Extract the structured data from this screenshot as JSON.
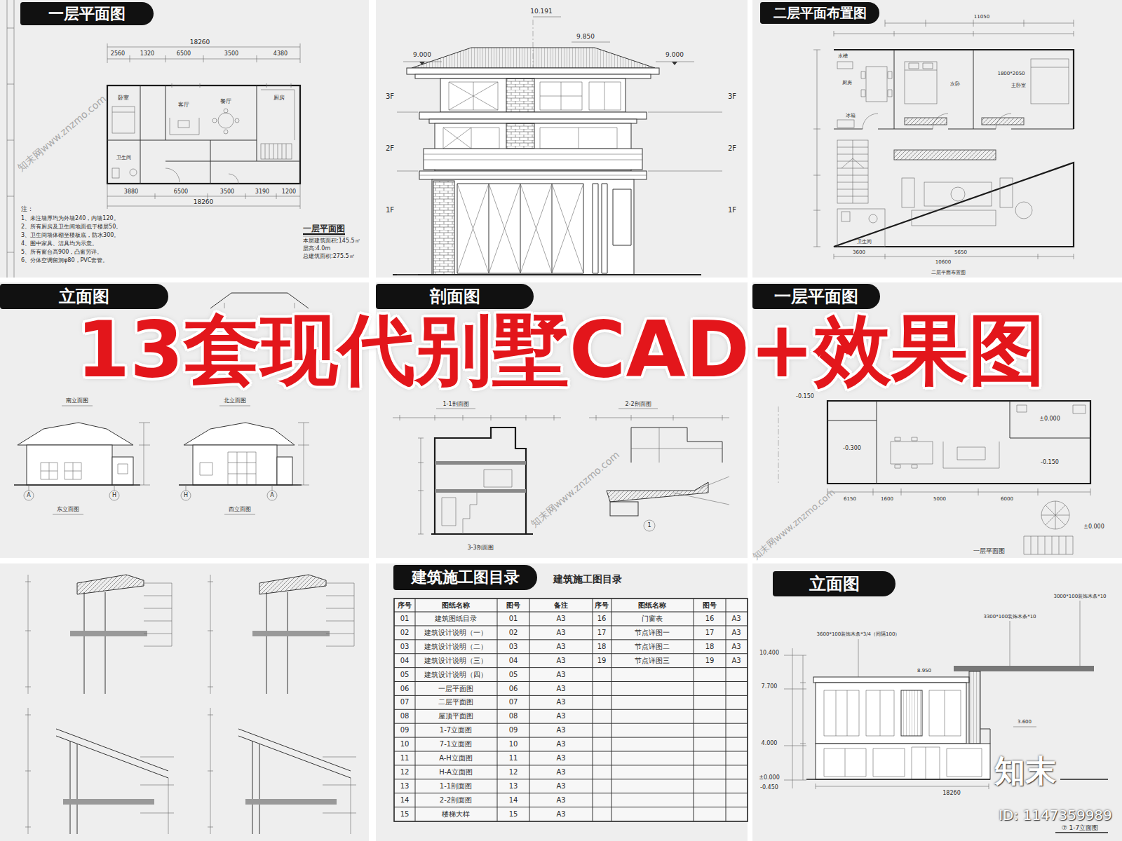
{
  "diagram": {
    "title": "13套现代别墅CAD+效果图",
    "nodes": [
      {
        "text": [
          "一层平面图"
        ]
      },
      {
        "text": [
          "二层平面布置图"
        ]
      },
      {
        "text": [
          "立面图"
        ]
      },
      {
        "text": [
          "剖面图"
        ]
      },
      {
        "text": [
          "一层平面图"
        ]
      },
      {
        "text": [
          "建筑施工图目录"
        ]
      },
      {
        "text": [
          "立面图"
        ]
      }
    ],
    "labels": [
      "18260",
      "2560",
      "1320",
      "6500",
      "3500",
      "4380",
      "卧室",
      "客厅",
      "餐厅",
      "厨房",
      "卫生间",
      "3880",
      "6500",
      "3500",
      "3190",
      "1200",
      "18260",
      "注：",
      "1、未注墙厚均为外墙240，内墙120。",
      "2、所有厨房及卫生间地面低于楼层50。",
      "3、卫生间墙体砌至楼板底，防水300。",
      "4、图中家具、洁具均为示意。",
      "5、所有窗台高900，凸窗另详。",
      "6、分体空调留洞φ80，PVC套管。",
      "一层平面图",
      "本层建筑面积:145.5㎡",
      "层高:4.0m",
      "总建筑面积:275.5㎡",
      "10.191",
      "9.850",
      "9.000",
      "9.000",
      "3F",
      "2F",
      "1F",
      "3F",
      "2F",
      "1F",
      "11050",
      "水槽",
      "厨房",
      "冰箱",
      "次卧",
      "1800*2050",
      "主卧室",
      "卫生间",
      "3600",
      "5650",
      "10600",
      "二层平面布置图",
      "南立面图",
      "北立面图",
      "A",
      "H",
      "H",
      "A",
      "东立面图",
      "西立面图",
      "1-1剖面图",
      "2-2剖面图",
      "3-3剖面图",
      "1",
      "-0.150",
      "-0.300",
      "±0.000",
      "-0.150",
      "6150",
      "1600",
      "5000",
      "6000",
      "±0.000",
      "一层平面图",
      "10.400",
      "7.700",
      "4.000",
      "±0.000",
      "-0.450",
      "8.950",
      "3.600",
      "3600*100装饰木条*3/4（间隔100）",
      "3000*100装饰木条*10",
      "3300*100装饰木条*10",
      "18260",
      "⑦ 1-7立面图",
      "知末",
      "ID: 1147359989",
      "知末网www.znzmo.com",
      "知末网www.znzmo.com",
      "知末网www.znzmo.com",
      "建筑施工图目录",
      "序号",
      "图纸名称",
      "图号",
      "备注",
      "序号",
      "图纸名称",
      "图号",
      "01",
      "建筑图纸目录",
      "01",
      "A3",
      "02",
      "建筑设计说明（一）",
      "02",
      "A3",
      "03",
      "建筑设计说明（二）",
      "03",
      "A3",
      "04",
      "建筑设计说明（三）",
      "04",
      "A3",
      "05",
      "建筑设计说明（四）",
      "05",
      "A3",
      "06",
      "一层平面图",
      "06",
      "A3",
      "07",
      "二层平面图",
      "07",
      "A3",
      "08",
      "屋顶平面图",
      "08",
      "A3",
      "09",
      "1-7立面图",
      "09",
      "A3",
      "10",
      "7-1立面图",
      "10",
      "A3",
      "11",
      "A-H立面图",
      "11",
      "A3",
      "12",
      "H-A立面图",
      "12",
      "A3",
      "13",
      "1-1剖面图",
      "13",
      "A3",
      "14",
      "2-2剖面图",
      "14",
      "A3",
      "15",
      "楼梯大样",
      "15",
      "A3",
      "16",
      "门窗表",
      "16",
      "A3",
      "17",
      "节点详图一",
      "17",
      "A3",
      "18",
      "节点详图二",
      "18",
      "A3",
      "19",
      "节点详图三",
      "19",
      "A3"
    ]
  }
}
